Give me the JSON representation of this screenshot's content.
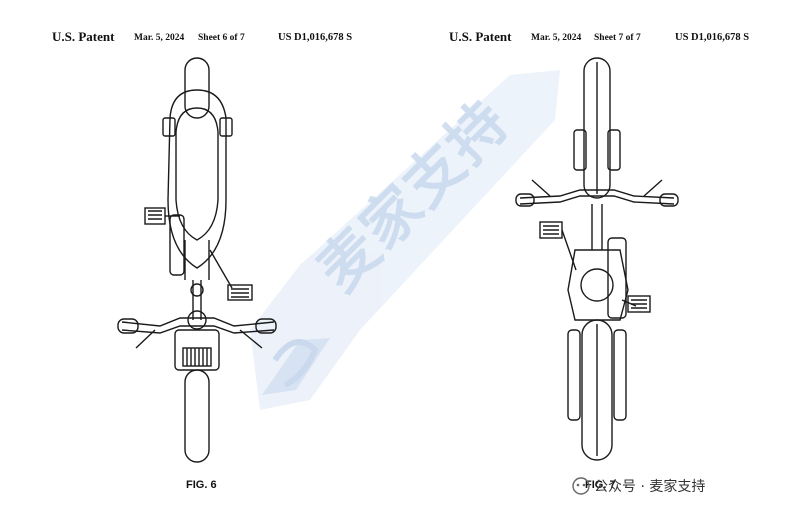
{
  "sheet_left": {
    "title": "U.S. Patent",
    "date": "Mar. 5, 2024",
    "sheet": "Sheet 6 of 7",
    "patent_number": "US D1,016,678 S",
    "figure_label": "FIG. 6"
  },
  "sheet_right": {
    "title": "U.S. Patent",
    "date": "Mar. 5, 2024",
    "sheet": "Sheet 7 of 7",
    "patent_number": "US D1,016,678 S",
    "figure_label": "FIG. 7"
  },
  "watermark": {
    "text": "麦家支持",
    "color": "#c9d9ee"
  },
  "credit": {
    "text": "公众号 · 麦家支持",
    "icon": "wechat-official-account-icon"
  }
}
